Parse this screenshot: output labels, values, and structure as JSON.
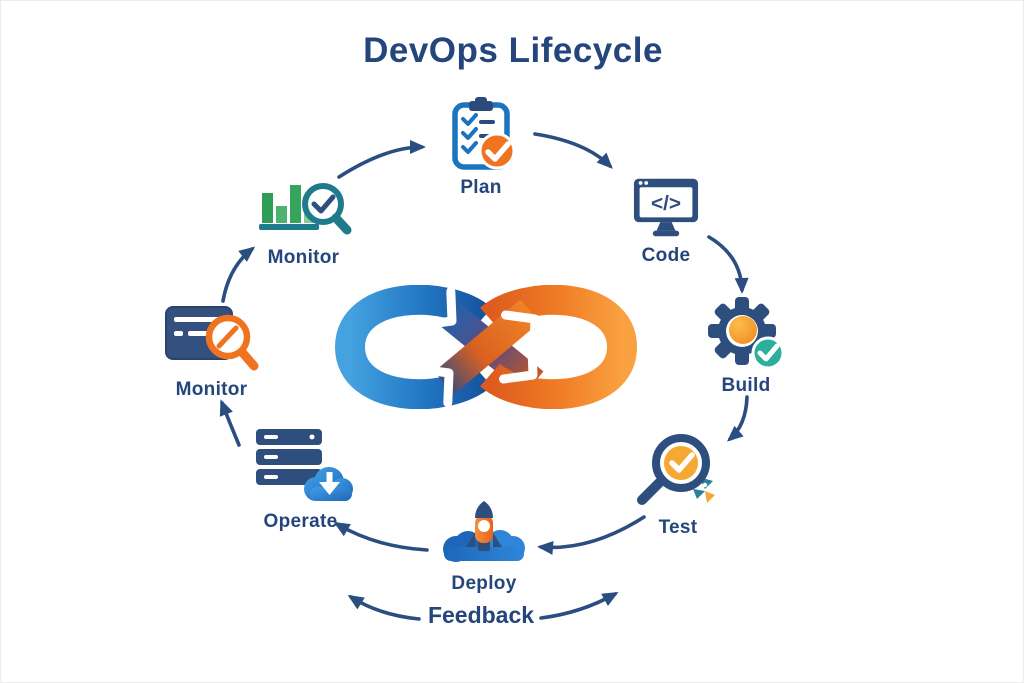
{
  "title": "DevOps Lifecycle",
  "feedback_label": "Feedback",
  "stages": [
    {
      "id": "plan",
      "label": "Plan",
      "icon": "clipboard-checklist-icon"
    },
    {
      "id": "code",
      "label": "Code",
      "icon": "code-monitor-icon",
      "glyph": "</>"
    },
    {
      "id": "build",
      "label": "Build",
      "icon": "gear-check-icon"
    },
    {
      "id": "test",
      "label": "Test",
      "icon": "magnifier-check-rocket-icon"
    },
    {
      "id": "deploy",
      "label": "Deploy",
      "icon": "rocket-clouds-icon"
    },
    {
      "id": "operate",
      "label": "Operate",
      "icon": "server-cloud-download-icon"
    },
    {
      "id": "monitor-left",
      "label": "Monitor",
      "icon": "dashboard-magnifier-icon"
    },
    {
      "id": "monitor-top",
      "label": "Monitor",
      "icon": "bar-chart-magnifier-icon"
    }
  ],
  "flow_arrows": [
    {
      "from": "Monitor (top)",
      "to": "Plan"
    },
    {
      "from": "Plan",
      "to": "Code"
    },
    {
      "from": "Code",
      "to": "Build"
    },
    {
      "from": "Build",
      "to": "Test"
    },
    {
      "from": "Test",
      "to": "Deploy"
    },
    {
      "from": "Deploy",
      "to": "Operate"
    },
    {
      "from": "Operate",
      "to": "Monitor (left)"
    },
    {
      "from": "Monitor (left)",
      "to": "Monitor (top)"
    },
    {
      "from": "Feedback",
      "to": "Operate side"
    },
    {
      "from": "Feedback",
      "to": "Test side"
    }
  ],
  "colors": {
    "navy_text": "#24467D",
    "arrow": "#2A4E80",
    "icon_navy": "#2E4E7E",
    "blue": "#1C74BE",
    "orange": "#F0741F",
    "amber": "#F5A832",
    "teal_badge": "#2BAE9B",
    "teal_magnifier": "#1F7A8C",
    "green_bar": "#2F9E55",
    "cloud_blue": "#2F86D8",
    "infinity_blue": "#1C5FAA",
    "infinity_orange": "#EF7B25"
  }
}
